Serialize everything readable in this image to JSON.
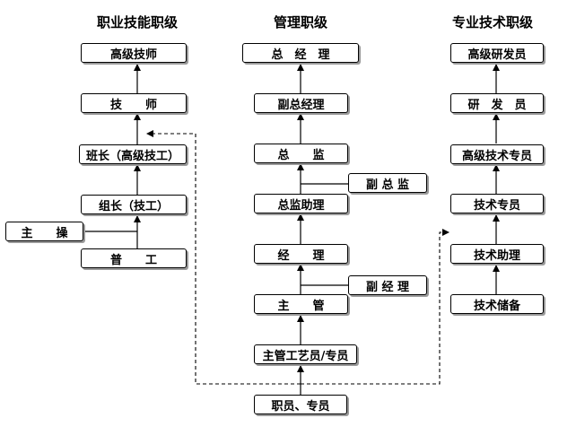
{
  "columns": {
    "skill": {
      "title": "职业技能职级",
      "nodes": {
        "senior_technician": "高级技师",
        "technician": "技　　师",
        "team_leader": "班长（高级技工）",
        "group_leader": "组长（技工）",
        "operator": "主　　操",
        "general_worker": "普　　工"
      }
    },
    "management": {
      "title": "管理职级",
      "nodes": {
        "general_manager": "总　经　理",
        "deputy_general_manager": "副总经理",
        "director": "总　　监",
        "deputy_director": "副 总 监",
        "director_assistant": "总监助理",
        "manager": "经　　理",
        "deputy_manager": "副 经 理",
        "supervisor": "主　　管",
        "process_supervisor": "主管工艺员/专员"
      }
    },
    "technical": {
      "title": "专业技术职级",
      "nodes": {
        "senior_researcher": "高级研发员",
        "researcher": "研　发　员",
        "senior_tech_specialist": "高级技术专员",
        "tech_specialist": "技术专员",
        "tech_assistant": "技术助理",
        "tech_reserve": "技术储备"
      }
    }
  },
  "entry": {
    "staff": "职员、专员"
  }
}
